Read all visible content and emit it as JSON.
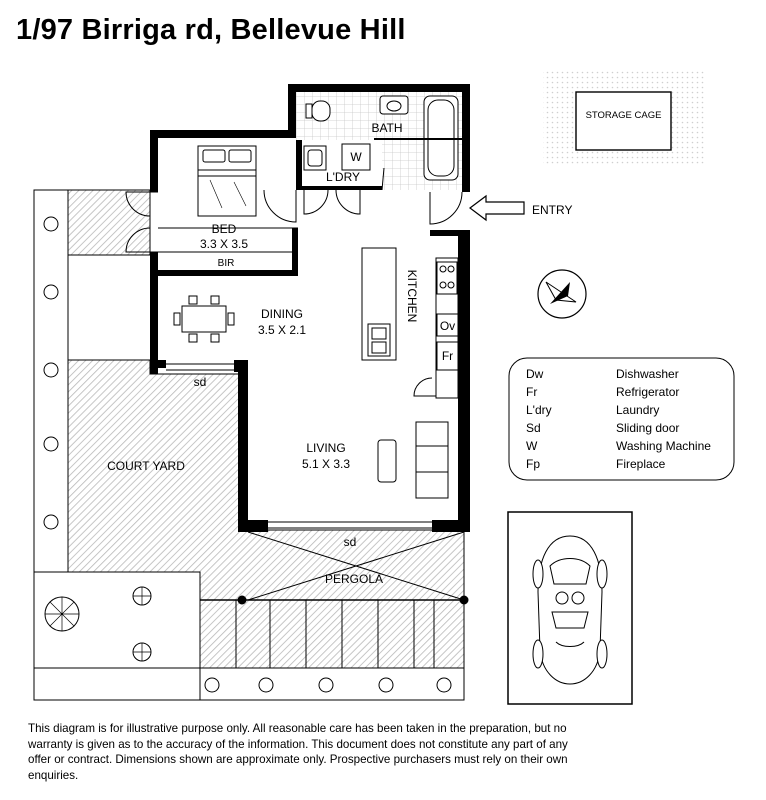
{
  "title": "1/97 Birriga rd, Bellevue Hill",
  "rooms": {
    "bath": "BATH",
    "laundry": "L'DRY",
    "laundry_w": "W",
    "bed": "BED",
    "bed_dims": "3.3 X 3.5",
    "bir": "BIR",
    "dining": "DINING",
    "dining_dims": "3.5 X 2.1",
    "kitchen": "KITCHEN",
    "oven": "Ov",
    "fridge": "Fr",
    "living": "LIVING",
    "living_dims": "5.1 X 3.3",
    "court_yard": "COURT YARD",
    "sd_dining": "sd",
    "sd_living": "sd",
    "pergola": "PERGOLA",
    "storage_cage": "STORAGE CAGE",
    "entry": "ENTRY"
  },
  "legend": [
    {
      "abbr": "Dw",
      "meaning": "Dishwasher"
    },
    {
      "abbr": "Fr",
      "meaning": "Refrigerator"
    },
    {
      "abbr": "L'dry",
      "meaning": "Laundry"
    },
    {
      "abbr": "Sd",
      "meaning": "Sliding door"
    },
    {
      "abbr": "W",
      "meaning": "Washing Machine"
    },
    {
      "abbr": "Fp",
      "meaning": "Fireplace"
    }
  ],
  "disclaimer": "This diagram is for illustrative purpose only. All reasonable care has been taken in the preparation, but no warranty is given as to the accuracy of the information. This document does not constitute any part of any offer or contract. Dimensions shown are approximate only. Prospective purchasers must rely on their own enquiries."
}
